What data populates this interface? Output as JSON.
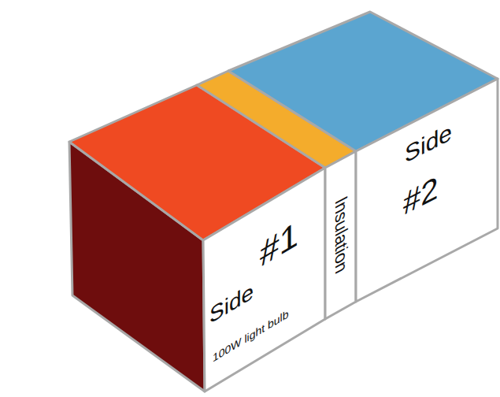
{
  "diagram": {
    "nodes": [
      {
        "text": [
          "Side",
          "#1",
          "100W light bulb"
        ]
      },
      {
        "text": [
          "Insulation"
        ]
      },
      {
        "text": [
          "Side",
          "#2"
        ]
      }
    ]
  }
}
